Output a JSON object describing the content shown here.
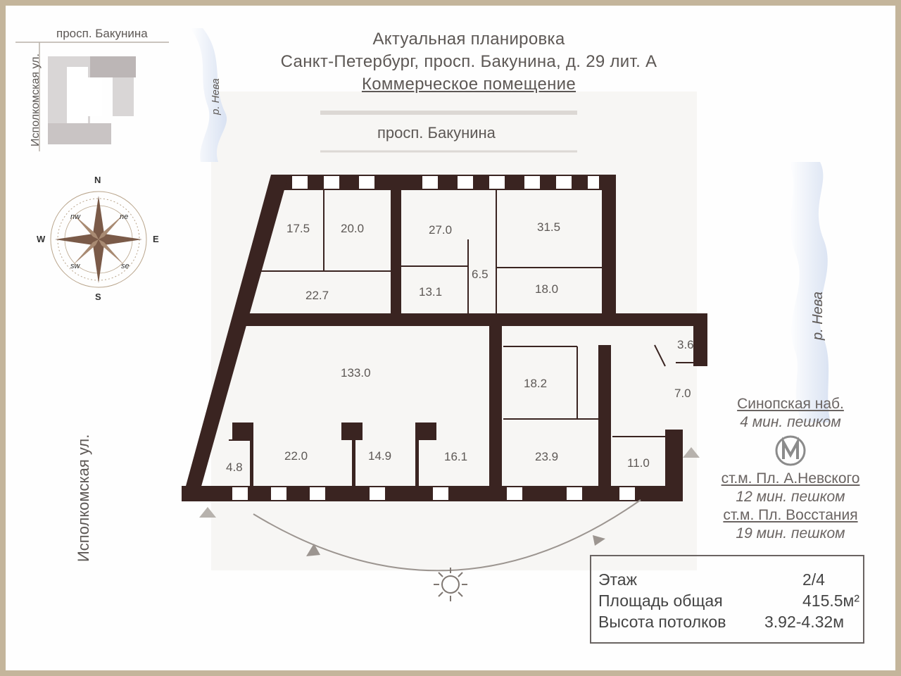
{
  "header": {
    "line1": "Актуальная планировка",
    "line2": "Санкт-Петербург, просп. Бакунина, д. 29 лит. А",
    "line3": "Коммерческое помещение"
  },
  "streets": {
    "top_left": "просп. Бакунина",
    "main_top": "просп. Бакунина",
    "left_small": "Исполкомская ул.",
    "left_big": "Исполкомская ул.",
    "river_small": "р. Нева",
    "river_big": "р. Нева"
  },
  "compass": {
    "n": "N",
    "s": "S",
    "e": "E",
    "w": "W",
    "nw": "nw",
    "ne": "ne",
    "sw": "sw",
    "se": "se"
  },
  "rooms": [
    "17.5",
    "20.0",
    "27.0",
    "31.5",
    "22.7",
    "13.1",
    "6.5",
    "18.0",
    "133.0",
    "18.2",
    "3.6",
    "7.0",
    "22.0",
    "14.9",
    "16.1",
    "23.9",
    "4.8",
    "11.0"
  ],
  "metro": {
    "stop1_name": "Синопская наб.",
    "stop1_time": "4 мин. пешком",
    "stop2_name": "ст.м. Пл. А.Невского",
    "stop2_time": "12 мин. пешком",
    "stop3_name": "ст.м. Пл. Восстания",
    "stop3_time": "19 мин. пешком"
  },
  "info": {
    "floor_label": "Этаж",
    "floor_value": "2/4",
    "area_label": "Площадь общая",
    "area_value": "415.5м²",
    "height_label": "Высота потолков",
    "height_value": "3.92-4.32м"
  },
  "colors": {
    "wall": "#3a2421",
    "border": "#c4b59b",
    "text": "#5d5855",
    "water": "#dde5f3"
  }
}
